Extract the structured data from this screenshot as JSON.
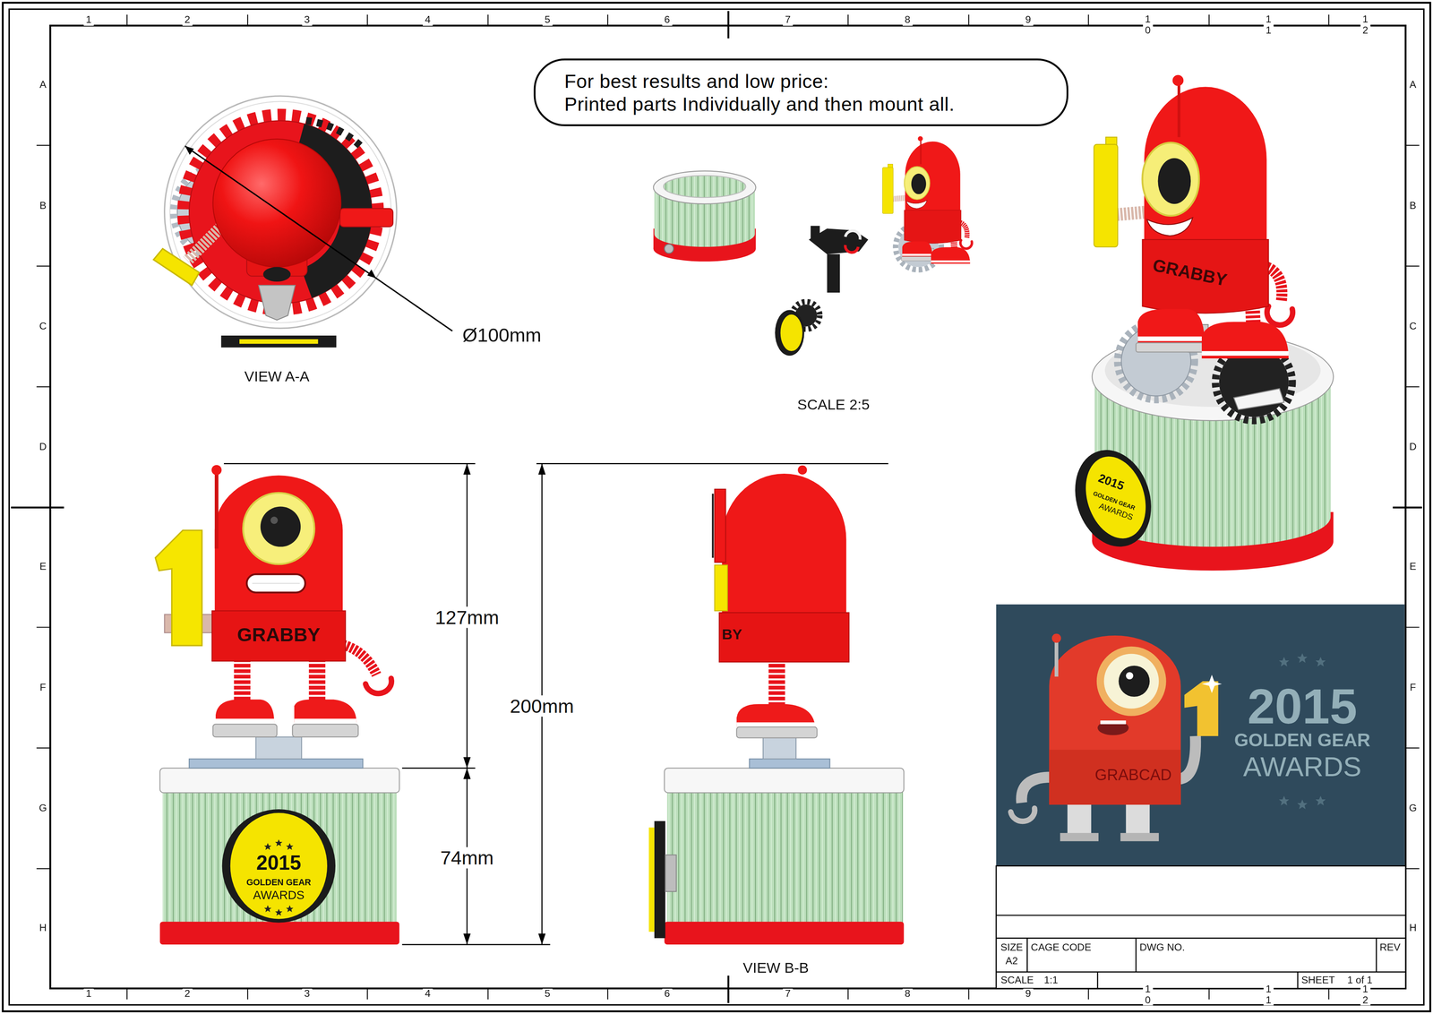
{
  "diagram": {
    "nodes": [
      {
        "text": [
          "For best results and low price:",
          "Printed parts Individually and then mount all."
        ]
      }
    ],
    "labels": [
      "1",
      "2",
      "3",
      "4",
      "5",
      "6",
      "7",
      "8",
      "9",
      "1 0",
      "1 1",
      "1 2",
      "1",
      "2",
      "3",
      "4",
      "5",
      "6",
      "7",
      "8",
      "9",
      "1 0",
      "1 1",
      "1 2",
      "A",
      "B",
      "C",
      "D",
      "E",
      "F",
      "G",
      "H",
      "A",
      "B",
      "C",
      "D",
      "E",
      "F",
      "G",
      "H",
      "Ø100mm",
      "VIEW A-A",
      "SCALE 2:5",
      "GRABBY",
      "2015",
      "GOLDEN GEAR",
      "AWARDS",
      "GRABBY",
      "2015",
      "GOLDEN GEAR",
      "AWARDS",
      "127mm",
      "200mm",
      "74mm",
      "BY",
      "VIEW B-B",
      "GRABCAD",
      "2015",
      "GOLDEN GEAR",
      "AWARDS",
      "SIZE",
      "A2",
      "CAGE CODE",
      "DWG NO.",
      "REV",
      "SCALE",
      "1:1",
      "SHEET",
      "1 of 1"
    ]
  }
}
